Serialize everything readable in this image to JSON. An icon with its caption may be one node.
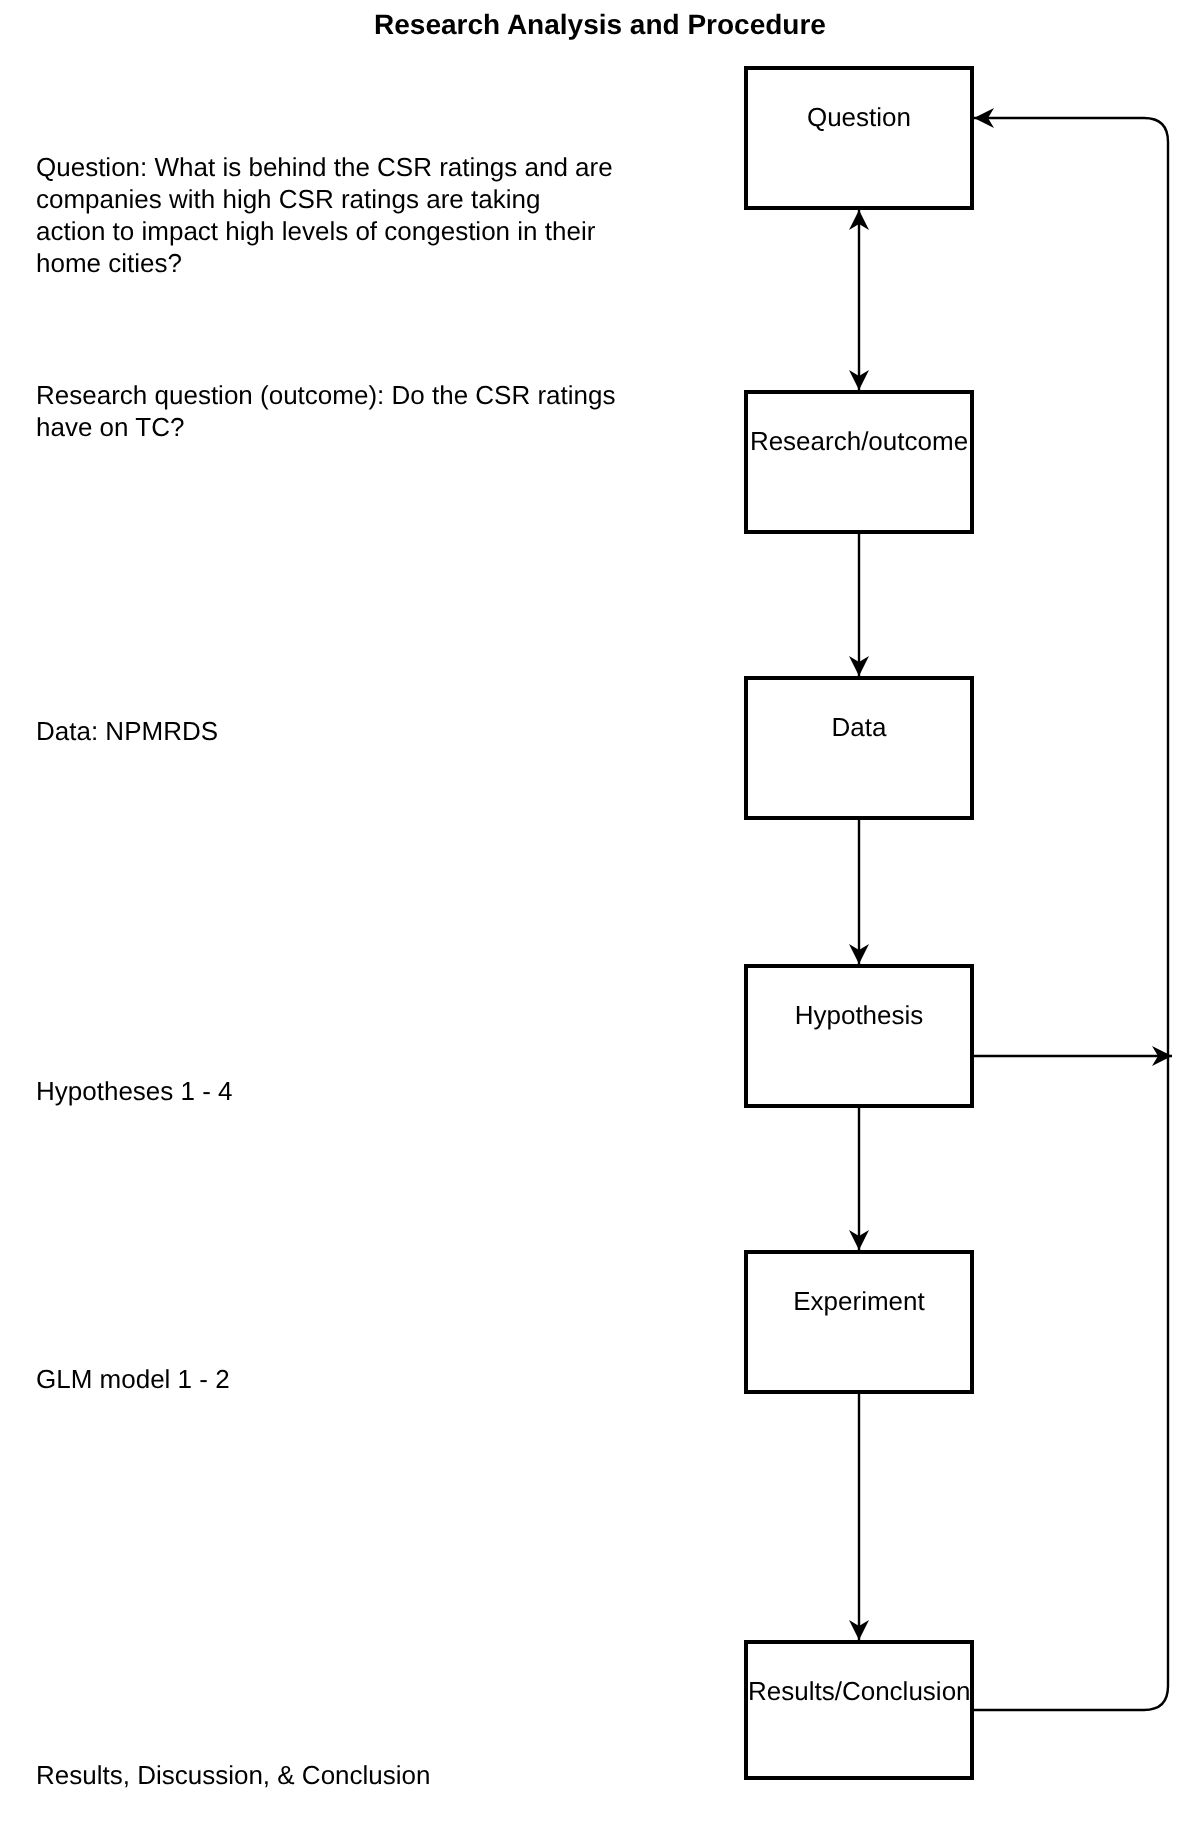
{
  "diagram": {
    "title": "Research Analysis and Procedure",
    "nodes": [
      {
        "text": [
          "Question"
        ]
      },
      {
        "text": [
          "Research/outcome"
        ]
      },
      {
        "text": [
          "Data"
        ]
      },
      {
        "text": [
          "Hypothesis"
        ]
      },
      {
        "text": [
          "Experiment"
        ]
      },
      {
        "text": [
          "Results/Conclusion"
        ]
      }
    ],
    "edges": [
      {
        "from": 0,
        "to": 1,
        "arrow": "both"
      },
      {
        "from": 1,
        "to": 2,
        "arrow": "to"
      },
      {
        "from": 2,
        "to": 3,
        "arrow": "to"
      },
      {
        "from": 3,
        "to": 4,
        "arrow": "to"
      },
      {
        "from": 4,
        "to": 5,
        "arrow": "to"
      },
      {
        "from": 5,
        "to": 0,
        "arrow": "to"
      },
      {
        "from": 3,
        "to": null,
        "arrow": "to"
      }
    ],
    "labels": [
      "Question: What is behind the CSR ratings and are companies with high CSR ratings are taking action to impact high levels of congestion in their home cities?",
      "Research question (outcome): Do the CSR ratings have on TC?",
      "Data: NPMRDS",
      "Hypotheses 1 - 4",
      "GLM model 1 - 2",
      "Results, Discussion, & Conclusion"
    ]
  }
}
